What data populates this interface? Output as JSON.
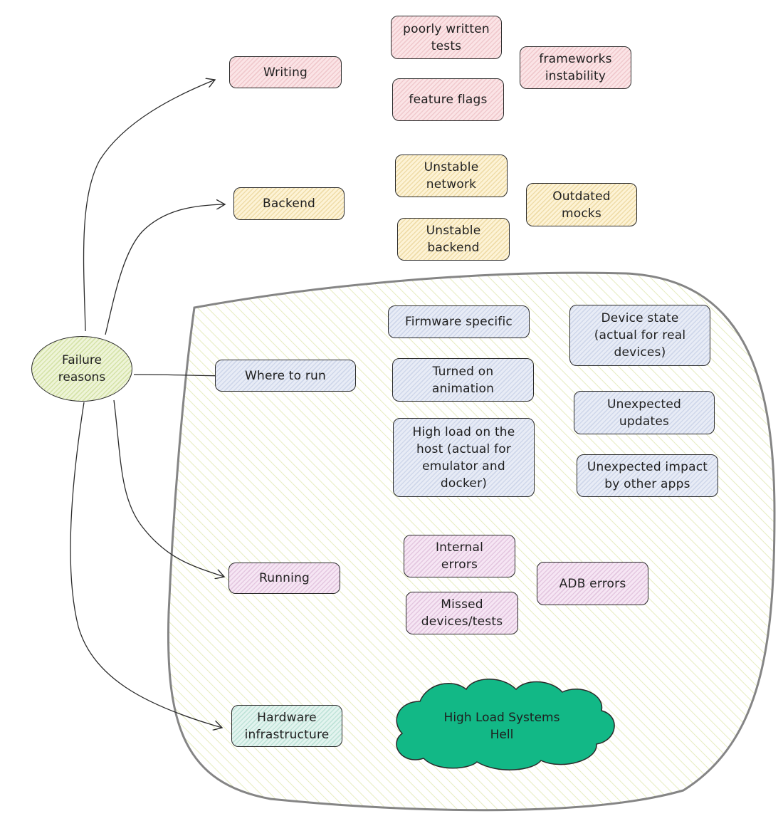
{
  "root": "Failure\nreasons",
  "categories": {
    "writing": "Writing",
    "backend": "Backend",
    "where_to_run": "Where to run",
    "running": "Running",
    "hardware": "Hardware\ninfrastructure"
  },
  "writing_items": {
    "poorly_written_tests": "poorly written\ntests",
    "frameworks_instability": "frameworks\ninstability",
    "feature_flags": "feature flags"
  },
  "backend_items": {
    "unstable_network": "Unstable\nnetwork",
    "outdated_mocks": "Outdated\nmocks",
    "unstable_backend": "Unstable\nbackend"
  },
  "where_to_run_items": {
    "firmware_specific": "Firmware specific",
    "device_state": "Device state\n(actual for real\ndevices)",
    "turned_on_animation": "Turned on\nanimation",
    "unexpected_updates": "Unexpected\nupdates",
    "high_load_host": "High load on the\nhost (actual for\nemulator and\ndocker)",
    "unexpected_impact": "Unexpected impact\nby other apps"
  },
  "running_items": {
    "internal_errors": "Internal\nerrors",
    "adb_errors": "ADB errors",
    "missed_devices_tests": "Missed\ndevices/tests"
  },
  "cloud": "High Load Systems\nHell",
  "colors": {
    "stroke": "#2b2b2b",
    "cloud_fill": "#12b886",
    "region_border": "#858585"
  }
}
